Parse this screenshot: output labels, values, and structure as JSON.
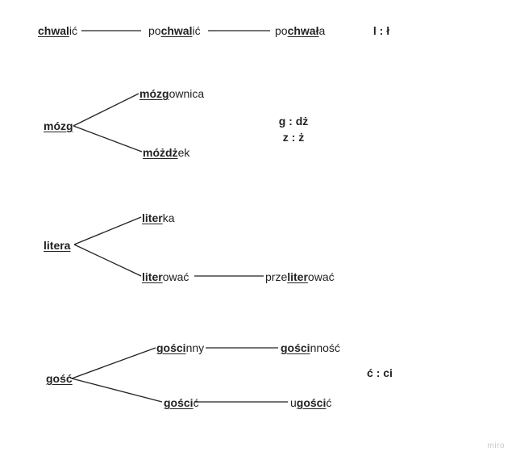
{
  "family1": {
    "w1": {
      "pre": "",
      "root": "chwal",
      "post": "ić"
    },
    "w2": {
      "pre": "po",
      "root": "chwal",
      "post": "ić"
    },
    "w3": {
      "pre": "po",
      "root": "chwał",
      "post": "a"
    },
    "alt": "l : ł"
  },
  "family2": {
    "base": {
      "pre": "",
      "root": "mózg",
      "post": ""
    },
    "w1": {
      "pre": "",
      "root": "mózg",
      "post": "ownica"
    },
    "w2": {
      "pre": "",
      "root": "móżdż",
      "post": "ek"
    },
    "alt1": "g : dż",
    "alt2": "z : ż"
  },
  "family3": {
    "base": {
      "pre": "",
      "root": "litera",
      "post": ""
    },
    "w1": {
      "pre": "",
      "root": "liter",
      "post": "ka"
    },
    "w2": {
      "pre": "",
      "root": "liter",
      "post": "ować"
    },
    "w3": {
      "pre": "prze",
      "root": "liter",
      "post": "ować"
    }
  },
  "family4": {
    "base": {
      "pre": "",
      "root": "gość",
      "post": ""
    },
    "w1": {
      "pre": "",
      "root": "gości",
      "post": "nny"
    },
    "w2": {
      "pre": "",
      "root": "gości",
      "post": "nność"
    },
    "w3": {
      "pre": "",
      "root": "gości",
      "post": "ć"
    },
    "w4": {
      "pre": "u",
      "root": "gości",
      "post": "ć"
    },
    "alt": "ć : ci"
  },
  "watermark": "miro"
}
